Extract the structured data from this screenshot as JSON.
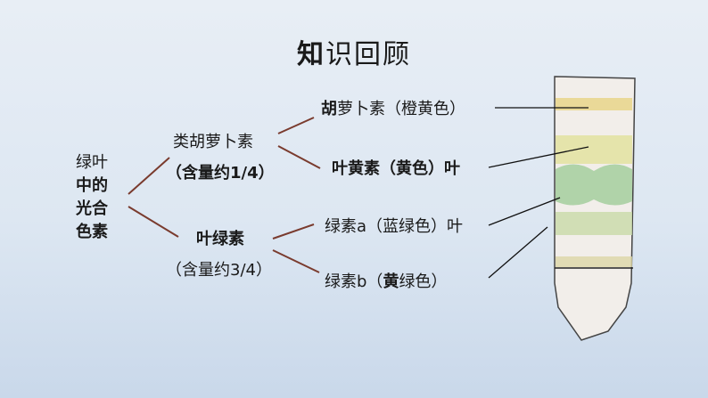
{
  "title": {
    "first": "知",
    "rest": "识回顾"
  },
  "root": {
    "line1": "绿叶",
    "line2": "中的",
    "line3": "光合",
    "line4": "色素"
  },
  "carotenoids": {
    "label": "类胡萝卜素",
    "content": "（含量约1/4）"
  },
  "chlorophyll": {
    "label": "叶绿素",
    "content": "（含量约3/4）"
  },
  "carotene": {
    "bold_char": "胡",
    "rest": "萝卜素（橙黄色）"
  },
  "xanthophyll": {
    "label": "叶黄素（黄色）叶"
  },
  "chl_a": {
    "label": "绿素a（蓝绿色）叶"
  },
  "chl_b": {
    "part1": "绿素b（",
    "bold": "黄",
    "part2": "绿色）"
  },
  "colors": {
    "branch": "#7a3b2e",
    "pointer": "#111111"
  }
}
